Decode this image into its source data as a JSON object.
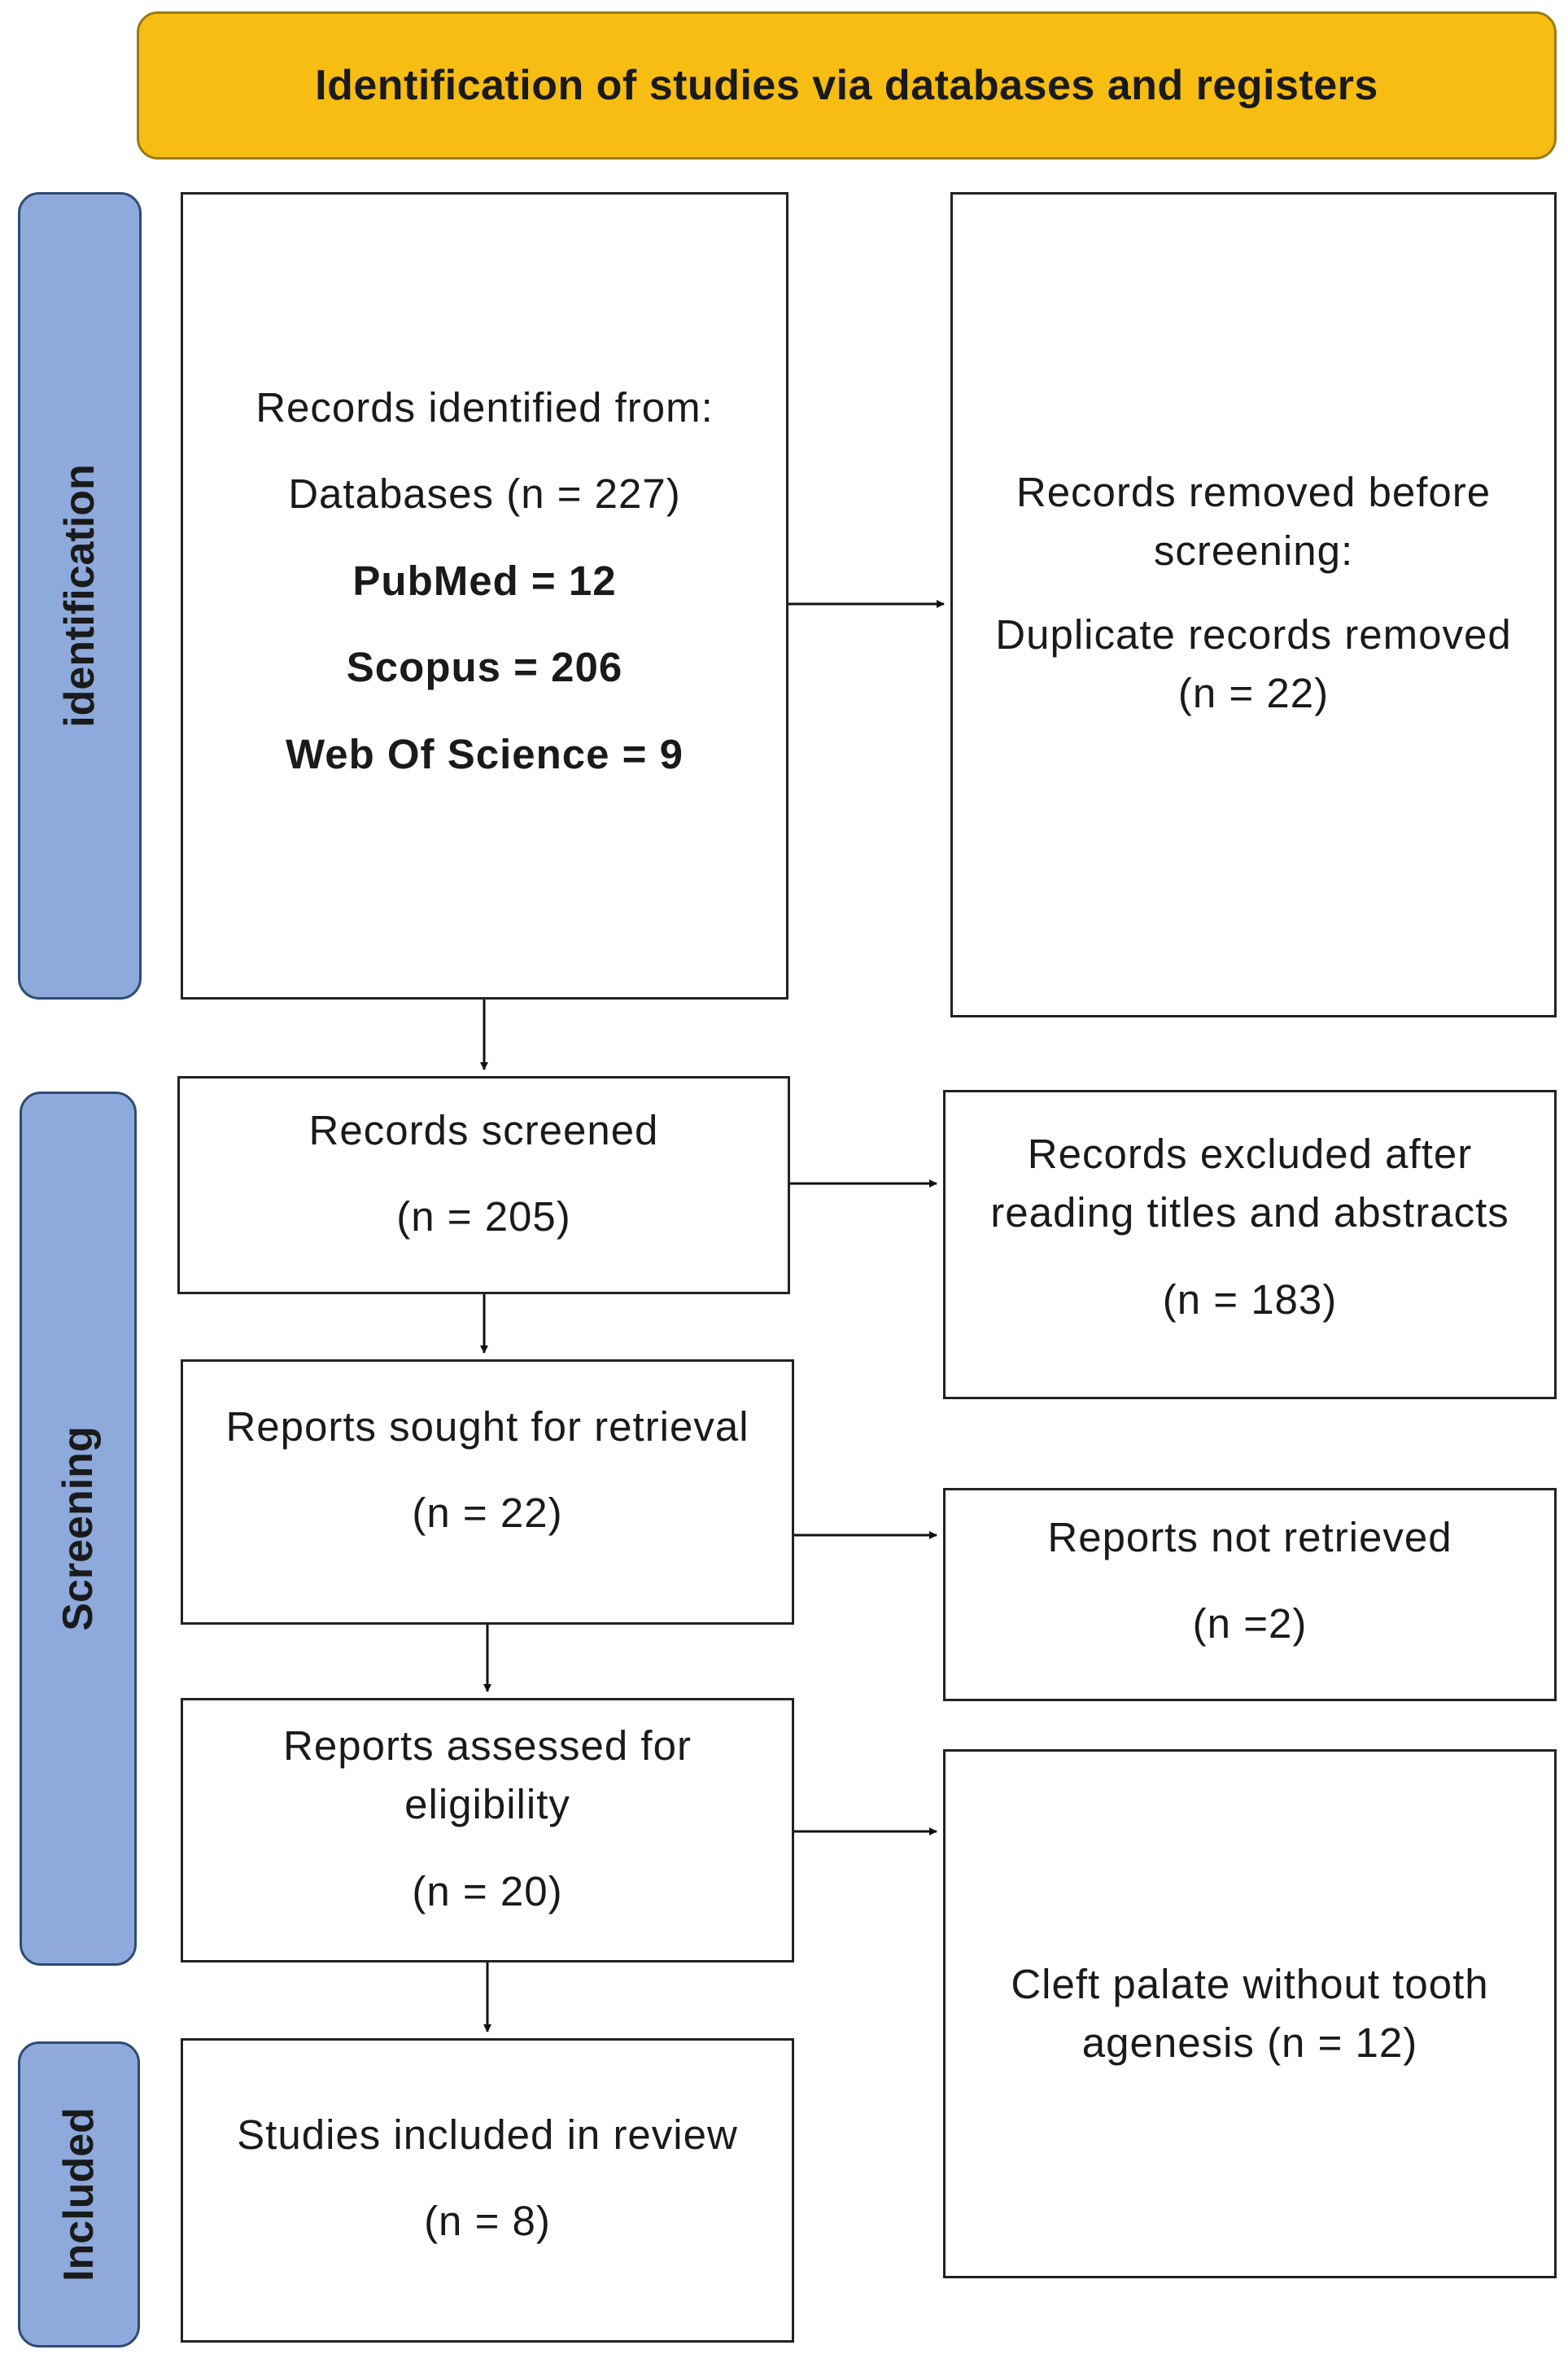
{
  "banner": {
    "text": "Identification of studies via databases and registers"
  },
  "phases": {
    "identification": "identification",
    "screening": "Screening",
    "included": "Included"
  },
  "records_identified": {
    "heading": "Records identified from:",
    "databases": "Databases (n = 227)",
    "pubmed": "PubMed = 12",
    "scopus": "Scopus = 206",
    "wos": "Web Of Science = 9"
  },
  "records_removed": {
    "line1": "Records removed before",
    "line2": "screening:",
    "line3": "Duplicate records removed",
    "line4": "(n = 22)"
  },
  "records_screened": {
    "label": "Records screened",
    "count": "(n = 205)"
  },
  "records_excluded": {
    "line1": "Records excluded after",
    "line2": "reading titles and abstracts",
    "count": "(n = 183)"
  },
  "reports_sought": {
    "label": "Reports sought for retrieval",
    "count": "(n = 22)"
  },
  "reports_not_retrieved": {
    "label": "Reports not retrieved",
    "count": "(n =2)"
  },
  "reports_assessed": {
    "line1": "Reports assessed for",
    "line2": "eligibility",
    "count": "(n = 20)"
  },
  "excluded_reason": {
    "line1": "Cleft palate without tooth",
    "line2": "agenesis (n = 12)"
  },
  "studies_included": {
    "label": "Studies included in review",
    "count": "(n = 8)"
  },
  "colors": {
    "banner": "#f7bd12",
    "phase": "#8ea9db",
    "box_border": "#222222",
    "arrow": "#111111"
  }
}
